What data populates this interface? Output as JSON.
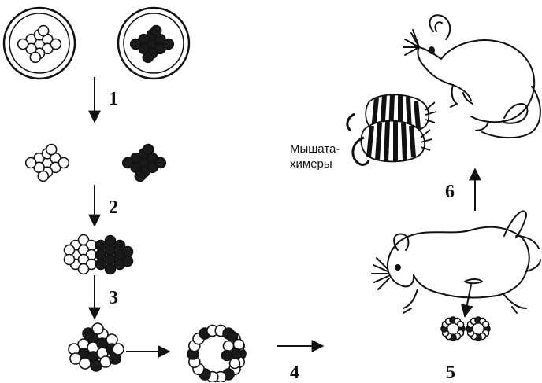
{
  "steps": [
    "1",
    "2",
    "3",
    "4",
    "5",
    "6"
  ],
  "caption": {
    "line1": "Мышата-",
    "line2": "химеры"
  },
  "colors": {
    "ink": "#111111",
    "white_cell": "#ffffff",
    "dark_cell": "#1a1a1a"
  },
  "icons": {
    "embryo_zona": "double-circle",
    "cluster": "cell-cluster",
    "adult_mouse": "mouse-outline",
    "surrogate_mouse": "mouse-outline-lying",
    "chimera_pups": "striped-pups"
  }
}
